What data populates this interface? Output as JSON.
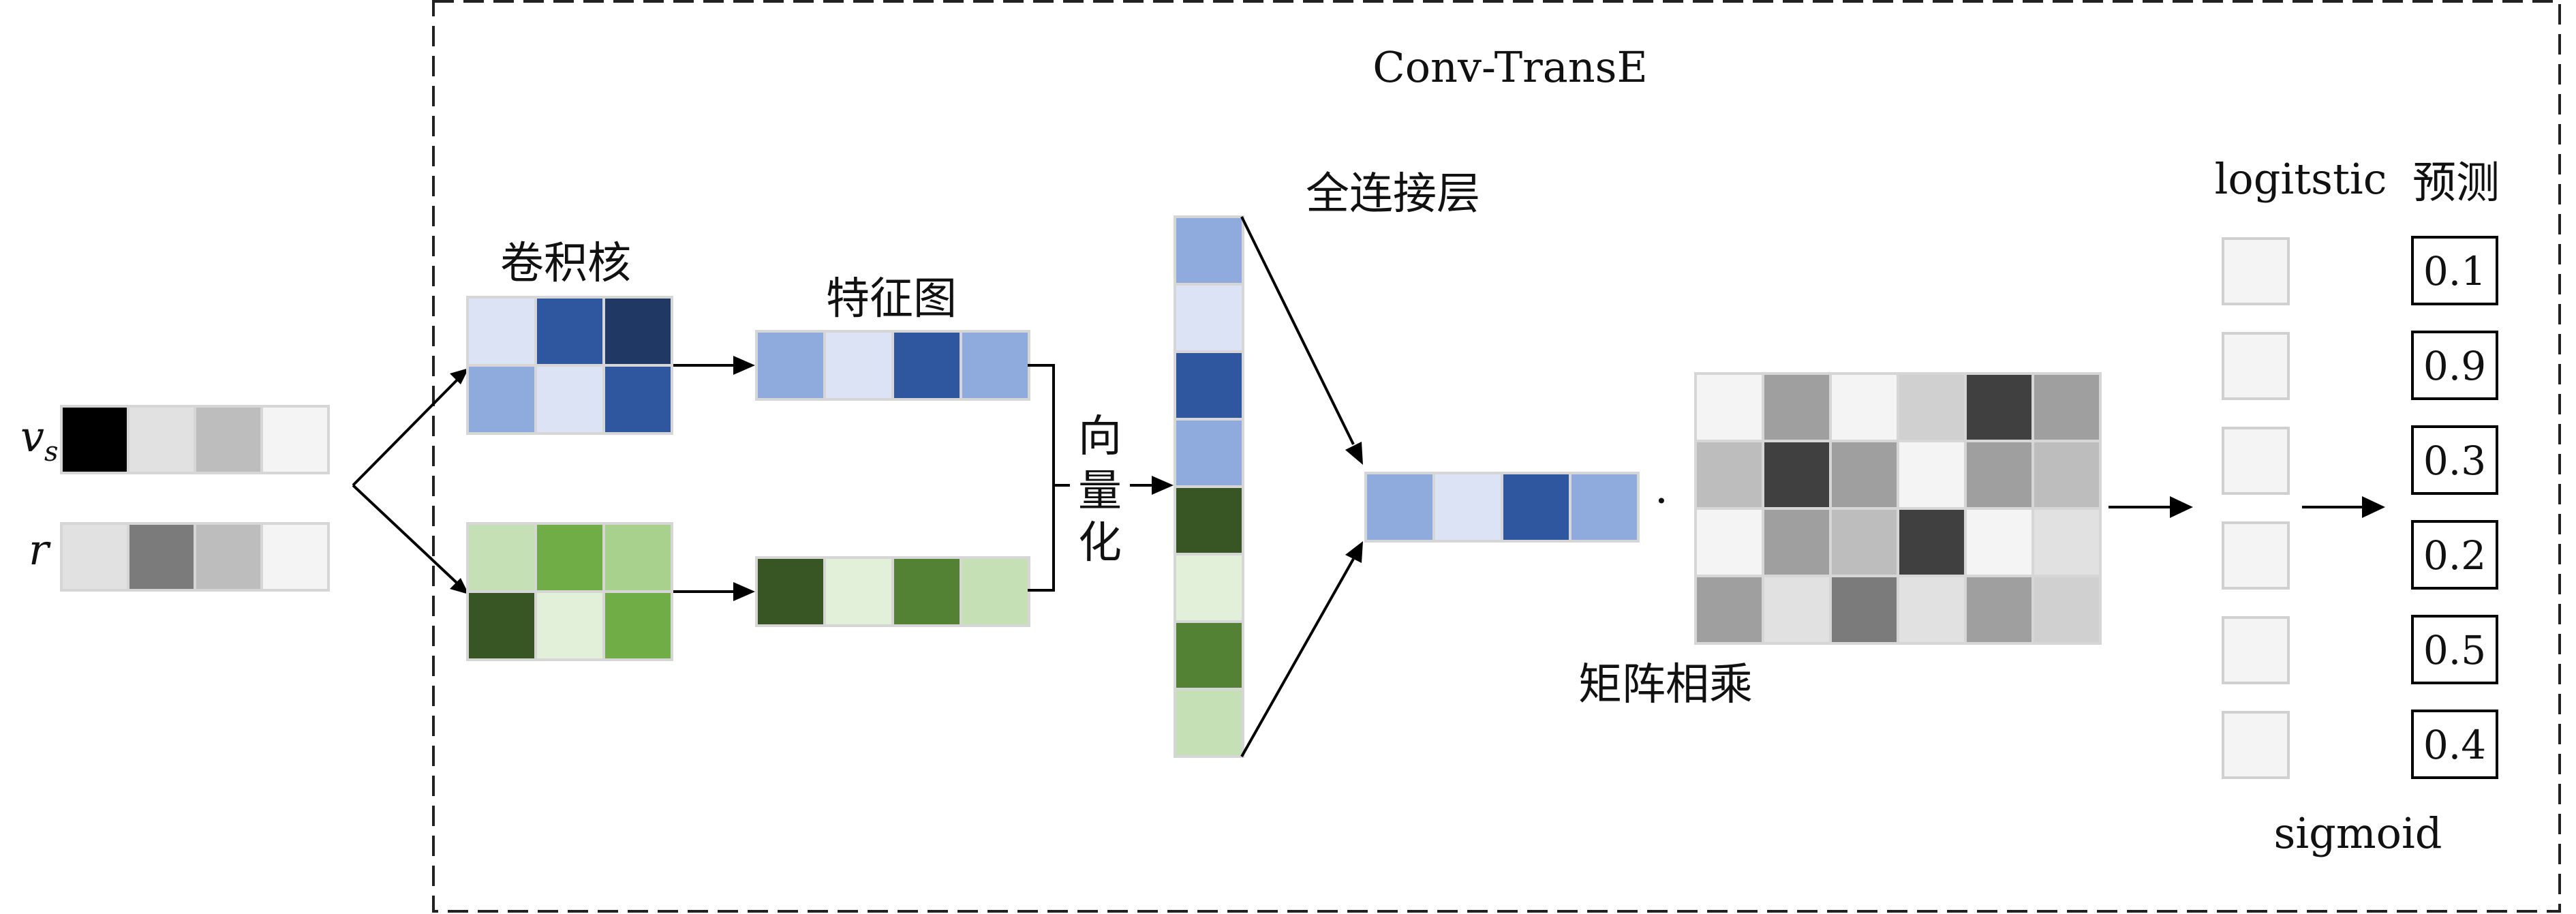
{
  "title": "Conv-TransE",
  "labels": {
    "input_vs": "v",
    "input_vs_sub": "s",
    "input_r": "r",
    "kernel": "卷积核",
    "feature_map": "特征图",
    "vectorize_1": "向",
    "vectorize_2": "量",
    "vectorize_3": "化",
    "fully_connected": "全连接层",
    "matrix_mult": "矩阵相乘",
    "dot": "·",
    "logistic": "logitstic",
    "predict": "预测",
    "sigmoid": "sigmoid"
  },
  "colors": {
    "input_vs": [
      "#000000",
      "#e1e1e1",
      "#bdbdbd",
      "#f4f4f4"
    ],
    "input_r": [
      "#e1e1e1",
      "#7b7b7b",
      "#bdbdbd",
      "#f4f4f4"
    ],
    "kernel_blue": [
      [
        "#dce3f4",
        "#2f57a0",
        "#1f3864"
      ],
      [
        "#8faadc",
        "#dce3f4",
        "#2f57a0"
      ]
    ],
    "kernel_green": [
      [
        "#c5e0b4",
        "#70ad47",
        "#a9d18e"
      ],
      [
        "#375623",
        "#e2f0d9",
        "#70ad47"
      ]
    ],
    "feature_blue": [
      "#8faadc",
      "#dce3f4",
      "#2f57a0",
      "#8faadc"
    ],
    "feature_green": [
      "#375623",
      "#e2f0d9",
      "#548235",
      "#c5e0b4"
    ],
    "vector": [
      "#8faadc",
      "#dce3f4",
      "#2f57a0",
      "#8faadc",
      "#375623",
      "#e2f0d9",
      "#548235",
      "#c5e0b4"
    ],
    "fc_output": [
      "#8faadc",
      "#dce3f4",
      "#2f57a0",
      "#8faadc"
    ],
    "matrix": [
      [
        "#f4f4f4",
        "#9f9f9f",
        "#f4f4f4",
        "#d0d0d0",
        "#404040",
        "#9f9f9f"
      ],
      [
        "#bdbdbd",
        "#404040",
        "#9f9f9f",
        "#f4f4f4",
        "#9f9f9f",
        "#bdbdbd"
      ],
      [
        "#f4f4f4",
        "#9f9f9f",
        "#bdbdbd",
        "#404040",
        "#f4f4f4",
        "#e1e1e1"
      ],
      [
        "#9f9f9f",
        "#e1e1e1",
        "#7b7b7b",
        "#e1e1e1",
        "#9f9f9f",
        "#d0d0d0"
      ]
    ],
    "logistic_cell": "#f4f4f4"
  },
  "predictions": [
    "0.1",
    "0.9",
    "0.3",
    "0.2",
    "0.5",
    "0.4"
  ]
}
